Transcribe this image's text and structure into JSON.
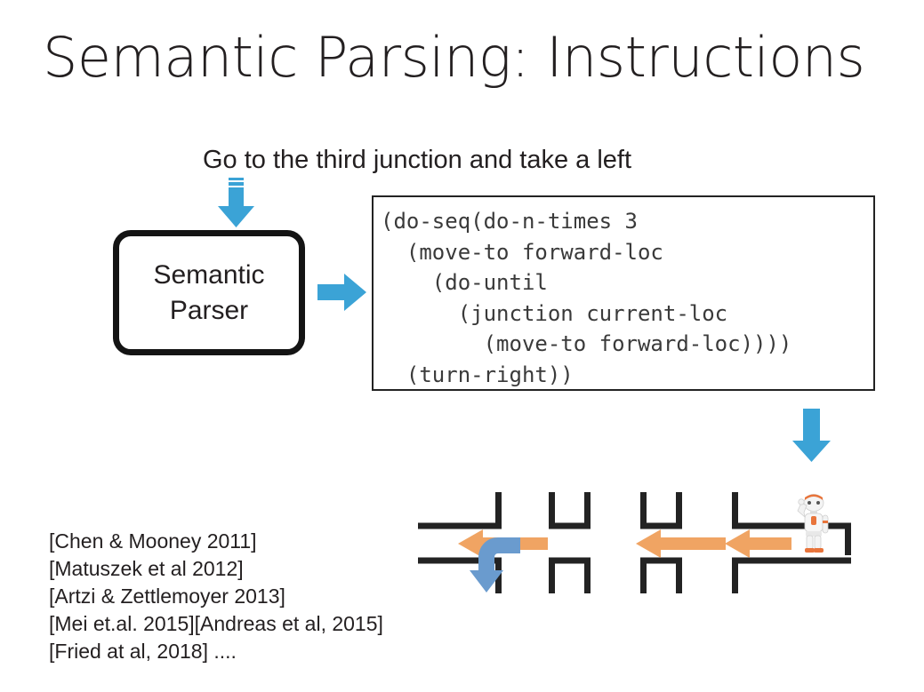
{
  "slide": {
    "title": "Semantic Parsing: Instructions",
    "background_color": "#ffffff",
    "text_color": "#231f20"
  },
  "instruction": {
    "text": "Go to the third junction and take a left"
  },
  "parser": {
    "line1": "Semantic",
    "line2": "Parser",
    "border_color": "#141414"
  },
  "code": {
    "text": "(do-seq(do-n-times 3\n  (move-to forward-loc\n    (do-until\n      (junction current-loc\n        (move-to forward-loc))))\n  (turn-right))",
    "border_color": "#232323",
    "text_color": "#3a3a3a"
  },
  "arrows": {
    "blue_accent": "#3ba3d6",
    "orange": "#f0a463",
    "steel_blue": "#6a9bce",
    "input_arrow_name": "down-arrow-to-parser",
    "parse_arrow_name": "right-arrow-to-code",
    "execute_arrow_name": "down-arrow-to-map",
    "path_arrow_count": 3,
    "turn_arrow_name": "curved-left-turn-arrow"
  },
  "map": {
    "wall_color": "#232323",
    "junction_count": 3,
    "robot_label": "nao-robot",
    "robot_colors": {
      "body": "#f2f2f2",
      "accent": "#e8743b",
      "shadow": "#b9b9b9"
    }
  },
  "citations": [
    "[Chen & Mooney 2011]",
    "[Matuszek et al 2012]",
    "[Artzi & Zettlemoyer 2013]",
    "[Mei et.al. 2015][Andreas et al, 2015]",
    "[Fried at al, 2018] ...."
  ]
}
